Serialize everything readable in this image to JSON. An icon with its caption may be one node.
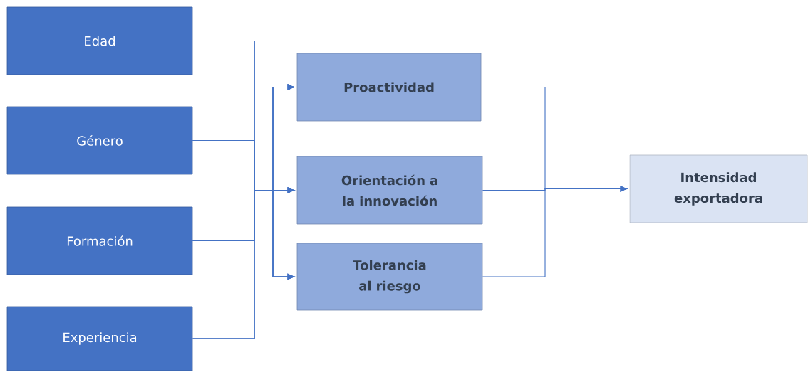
{
  "diagram": {
    "nodes": [
      {
        "text": [
          "Edad"
        ]
      },
      {
        "text": [
          "Género"
        ]
      },
      {
        "text": [
          "Formación"
        ]
      },
      {
        "text": [
          "Experiencia"
        ]
      },
      {
        "text": [
          "Proactividad"
        ]
      },
      {
        "text": [
          "Orientación a la innovación"
        ]
      },
      {
        "text": [
          "Tolerancia al riesgo"
        ]
      },
      {
        "text": [
          "Intensidad exportadora"
        ]
      }
    ],
    "edges": [
      {
        "from": 0,
        "to": 4,
        "arrow": "to"
      },
      {
        "from": 0,
        "to": 5,
        "arrow": "to"
      },
      {
        "from": 0,
        "to": 6,
        "arrow": "to"
      },
      {
        "from": 1,
        "to": 4,
        "arrow": "to"
      },
      {
        "from": 1,
        "to": 5,
        "arrow": "to"
      },
      {
        "from": 1,
        "to": 6,
        "arrow": "to"
      },
      {
        "from": 2,
        "to": 4,
        "arrow": "to"
      },
      {
        "from": 2,
        "to": 5,
        "arrow": "to"
      },
      {
        "from": 2,
        "to": 6,
        "arrow": "to"
      },
      {
        "from": 3,
        "to": 4,
        "arrow": "to"
      },
      {
        "from": 3,
        "to": 5,
        "arrow": "to"
      },
      {
        "from": 3,
        "to": 6,
        "arrow": "to"
      },
      {
        "from": 4,
        "to": 7,
        "arrow": "to"
      },
      {
        "from": 5,
        "to": 7,
        "arrow": "to"
      },
      {
        "from": 6,
        "to": 7,
        "arrow": "to"
      }
    ]
  }
}
